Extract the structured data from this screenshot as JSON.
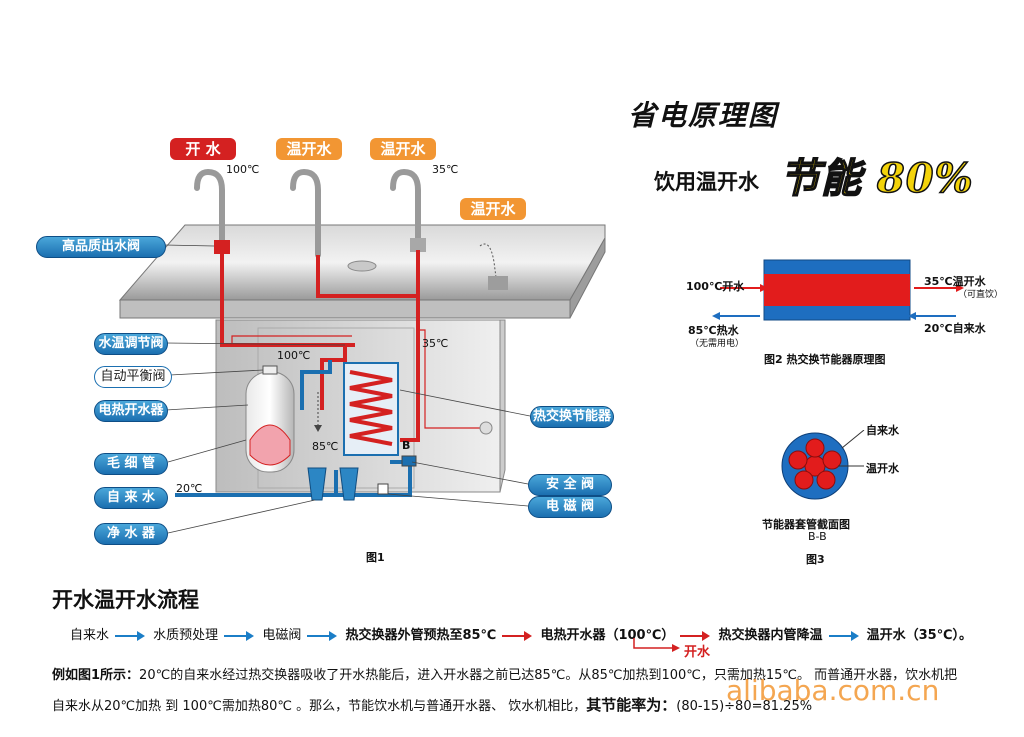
{
  "title": "省电原理图",
  "subtitle": "饮用温开水",
  "saving": "节能 80%",
  "taps": {
    "tap1": "开  水",
    "tap2": "温开水",
    "tap3": "温开水",
    "tap4": "温开水"
  },
  "temps": {
    "t100_top": "100℃",
    "t35_top": "35℃",
    "t100_mid": "100℃",
    "t35_mid": "35℃",
    "t85": "85℃",
    "t20": "20℃",
    "b_mark": "B"
  },
  "left_labels": [
    "高品质出水阀",
    "水温调节阀",
    "自动平衡阀",
    "电热开水器",
    "毛 细 管",
    "自 来 水",
    "净 水 器"
  ],
  "right_labels": [
    "热交换节能器",
    "安 全 阀",
    "电 磁 阀"
  ],
  "fig1_caption": "图1",
  "fig2": {
    "in_hot": "100℃开水",
    "out_warm": "35℃温开水",
    "out_warm_note": "（可直饮）",
    "out_85": "85℃热水",
    "out_85_note": "（无需用电）",
    "in_cold": "20℃自来水",
    "caption": "图2 热交换节能器原理图"
  },
  "fig3": {
    "label_cold": "自来水",
    "label_warm": "温开水",
    "caption": "节能器套管截面图",
    "section": "B-B",
    "fig_caption": "图3"
  },
  "process_title": "开水温开水流程",
  "flow_steps": [
    "自来水",
    "水质预处理",
    "电磁阀",
    "热交换器外管预热至85℃",
    "电热开水器（100℃）",
    "热交换器内管降温",
    "温开水（35℃）。"
  ],
  "flow_branch": "开水",
  "para1": {
    "lead": "例如图1所示：",
    "text": "20℃的自来水经过热交换器吸收了开水热能后，进入开水器之前已达85℃。从85℃加热到100℃，只需加热15℃。 而普通开水器，饮水机把"
  },
  "para2": {
    "text": "自来水从20℃加热 到 100℃需加热80℃ 。那么，节能饮水机与普通开水器、 饮水机相比，",
    "bold": "其节能率为：",
    "formula": "(80-15)÷80=81.25%"
  },
  "watermark": "alibaba.com.cn"
}
